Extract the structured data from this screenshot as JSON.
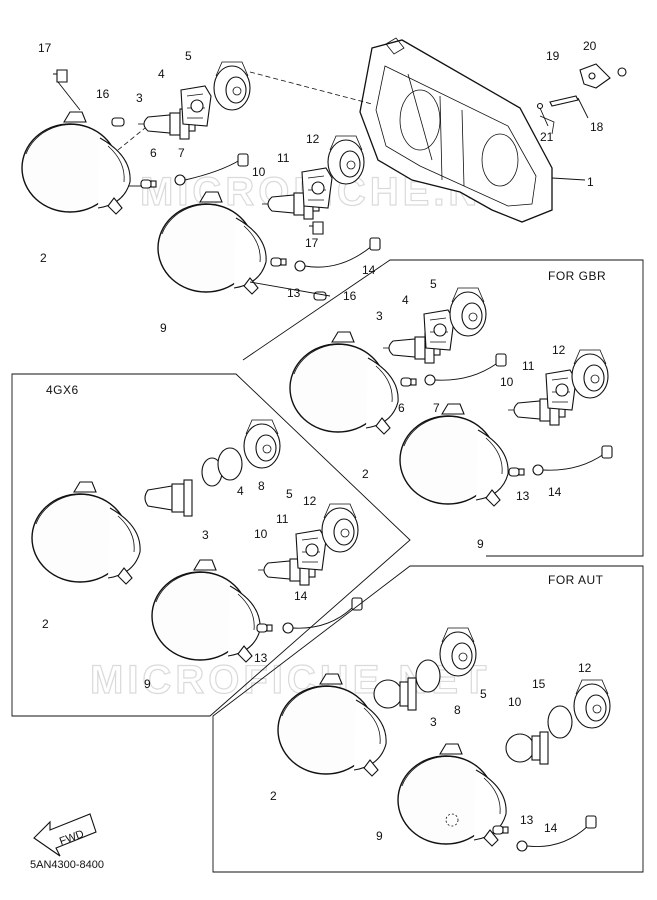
{
  "sections": {
    "gbr": "FOR GBR",
    "model_4gx6": "4GX6",
    "aut": "FOR AUT"
  },
  "watermark": "MICROFICHE.NET",
  "fwd_label": "FWD",
  "diagram_code": "5AN4300-8400",
  "callouts": {
    "top": [
      "17",
      "16",
      "5",
      "4",
      "3",
      "6",
      "7",
      "2",
      "12",
      "11",
      "10",
      "17",
      "14",
      "13",
      "16",
      "9",
      "19",
      "20",
      "18",
      "21",
      "1"
    ],
    "gbr": [
      "5",
      "4",
      "3",
      "12",
      "11",
      "10",
      "6",
      "7",
      "2",
      "13",
      "14",
      "9"
    ],
    "gx6": [
      "12",
      "11",
      "10",
      "5",
      "8",
      "4",
      "3",
      "2",
      "14",
      "13",
      "9"
    ],
    "aut": [
      "12",
      "15",
      "5",
      "8",
      "10",
      "3",
      "2",
      "13",
      "14",
      "9"
    ]
  }
}
